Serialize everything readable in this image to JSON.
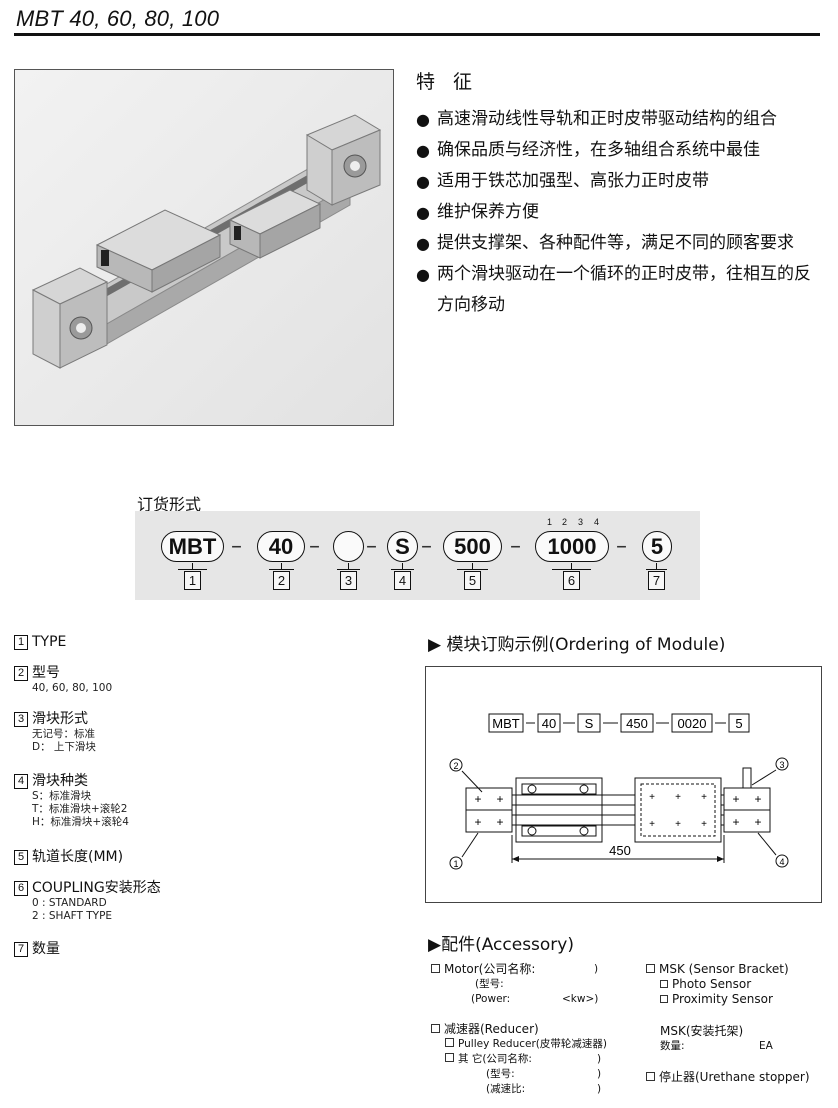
{
  "title": "MBT 40, 60, 80, 100",
  "features": {
    "heading": "特 征",
    "items": [
      "高速滑动线性导轨和正时皮带驱动结构的组合",
      "确保品质与经济性，在多轴组合系统中最佳",
      "适用于铁芯加强型、高张力正时皮带",
      "维护保养方便",
      "提供支撑架、各种配件等，满足不同的顾客要求",
      "两个滑块驱动在一个循环的正时皮带，往相互的反方向移动"
    ]
  },
  "ordering": {
    "label": "订货形式",
    "parts": [
      {
        "code": "MBT",
        "num": "1"
      },
      {
        "code": "40",
        "num": "2"
      },
      {
        "code": "",
        "num": "3"
      },
      {
        "code": "S",
        "num": "4"
      },
      {
        "code": "500",
        "num": "5"
      },
      {
        "code": "1000",
        "num": "6"
      },
      {
        "code": "5",
        "num": "7"
      }
    ],
    "digit_ticks": [
      "1",
      "2",
      "3",
      "4"
    ],
    "dash": "–"
  },
  "specs": [
    {
      "num": "1",
      "title": "TYPE",
      "lines": []
    },
    {
      "num": "2",
      "title": "型号",
      "lines": [
        "40, 60, 80, 100"
      ]
    },
    {
      "num": "3",
      "title": "滑块形式",
      "lines": [
        "无记号：标准",
        "D：  上下滑块"
      ]
    },
    {
      "num": "4",
      "title": "滑块种类",
      "lines": [
        "S：标准滑块",
        "T：标准滑块+滚轮2",
        "H：标准滑块+滚轮4"
      ]
    },
    {
      "num": "5",
      "title": "轨道长度(MM)",
      "lines": []
    },
    {
      "num": "6",
      "title": "COUPLING安装形态",
      "lines": [
        "0 : STANDARD",
        "2 : SHAFT TYPE"
      ]
    },
    {
      "num": "7",
      "title": "数量",
      "lines": []
    }
  ],
  "module": {
    "title": "▶ 模块订购示例(Ordering of Module)",
    "code_parts": [
      "MBT",
      "40",
      "S",
      "450",
      "0020",
      "5"
    ],
    "dimension": "450",
    "callouts": [
      "1",
      "2",
      "3",
      "4"
    ]
  },
  "accessory": {
    "title": "▶配件(Accessory)",
    "motor": {
      "label": "Motor(公司名称:",
      "close1": ")",
      "model": "(型号:",
      "power": "(Power:",
      "unit": "<kw>)"
    },
    "reducer": {
      "label": "减速器(Reducer)",
      "pulley": "Pulley Reducer(皮带轮减速器)",
      "other": "其 它(公司名称:",
      "model": "(型号:",
      "ratio": "(减速比:",
      "close": ")"
    },
    "msk": {
      "label": "MSK (Sensor Bracket)",
      "photo": "Photo Sensor",
      "proximity": "Proximity Sensor"
    },
    "msk_mount": {
      "label": "MSK(安装托架)",
      "qty": "数量:",
      "unit": "EA"
    },
    "stopper": "停止器(Urethane stopper)"
  }
}
